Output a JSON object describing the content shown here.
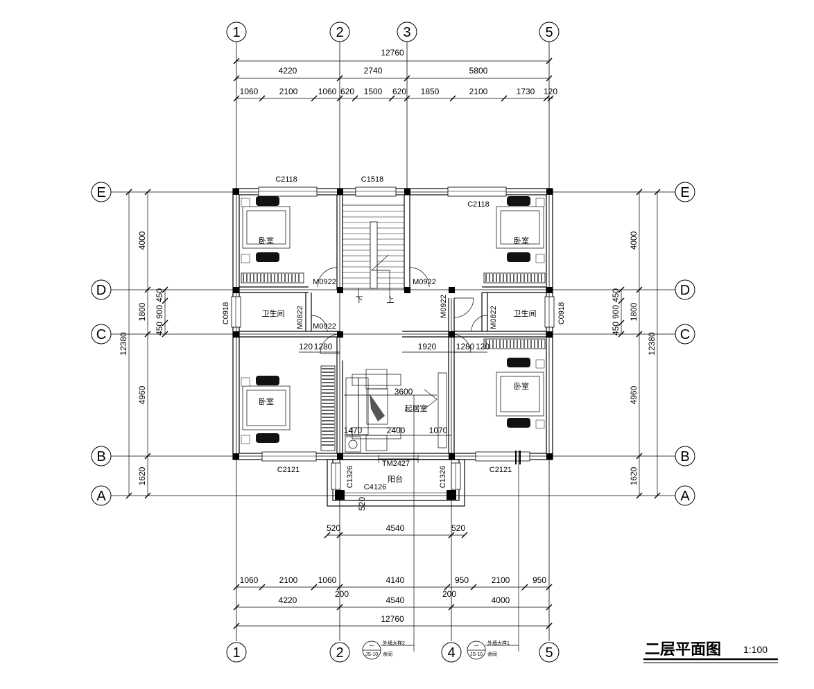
{
  "title": {
    "main": "二层平面图",
    "scale": "1:100"
  },
  "axes": {
    "top": [
      "1",
      "2",
      "3",
      "5"
    ],
    "bottom": [
      "1",
      "2",
      "4",
      "5"
    ],
    "left": [
      "E",
      "D",
      "C",
      "B",
      "A"
    ],
    "right": [
      "E",
      "D",
      "C",
      "B",
      "A"
    ]
  },
  "dimensions": {
    "top_total": "12760",
    "top_mid": [
      "4220",
      "2740",
      "5800"
    ],
    "top_detail": [
      "1060",
      "2100",
      "1060",
      "620",
      "1500",
      "620",
      "1850",
      "2100",
      "1730",
      "120"
    ],
    "bottom_detail": [
      "1060",
      "2100",
      "1060",
      "4140",
      "950",
      "2100",
      "950"
    ],
    "bottom_small": [
      "200",
      "200"
    ],
    "bottom_mid": [
      "4220",
      "4540",
      "4000"
    ],
    "bottom_total": "12760",
    "balcony": [
      "520",
      "4540",
      "520"
    ],
    "left_total": "12380",
    "left_mid": [
      "4000",
      "1800",
      "4960",
      "1620"
    ],
    "left_small": [
      "450",
      "900",
      "450"
    ],
    "right_total": "12380",
    "right_mid": [
      "4000",
      "1800",
      "4960",
      "1620"
    ],
    "right_small": [
      "450",
      "900",
      "450"
    ]
  },
  "labels": {
    "rooms": {
      "bedroom_nw": "卧室",
      "bedroom_ne": "卧室",
      "bedroom_sw": "卧室",
      "bedroom_se": "卧室",
      "bath_w": "卫生间",
      "bath_e": "卫生间",
      "living": "起居室",
      "balcony": "阳台"
    },
    "windows": {
      "c2118_n": "C2118",
      "c1518": "C1518",
      "c2118_ne": "C2118",
      "c0918_w": "C0918",
      "c0918_e": "C0918",
      "c2121_w": "C2121",
      "c2121_e": "C2121",
      "c1326_w": "C1326",
      "c1326_e": "C1326",
      "c4126": "C4126"
    },
    "doors": {
      "m0922_nw": "M0922",
      "m0922_ne": "M0922",
      "m0922_c": "M0922",
      "m0922_v": "M0922",
      "m0822_w": "M0822",
      "m0822_e": "M0822",
      "tm2427": "TM2427"
    },
    "stairs": {
      "down": "下",
      "up": "上"
    },
    "interior_dims": [
      "120",
      "1280",
      "1920",
      "1280",
      "120",
      "3600",
      "1470",
      "2400",
      "1070",
      "520"
    ],
    "details": [
      {
        "top": "一",
        "bottom": "JS-10",
        "label": "外墙大样2",
        "note": "余同"
      },
      {
        "top": "一",
        "bottom": "JS-10",
        "label": "外墙大样1",
        "note": "余同"
      }
    ]
  }
}
